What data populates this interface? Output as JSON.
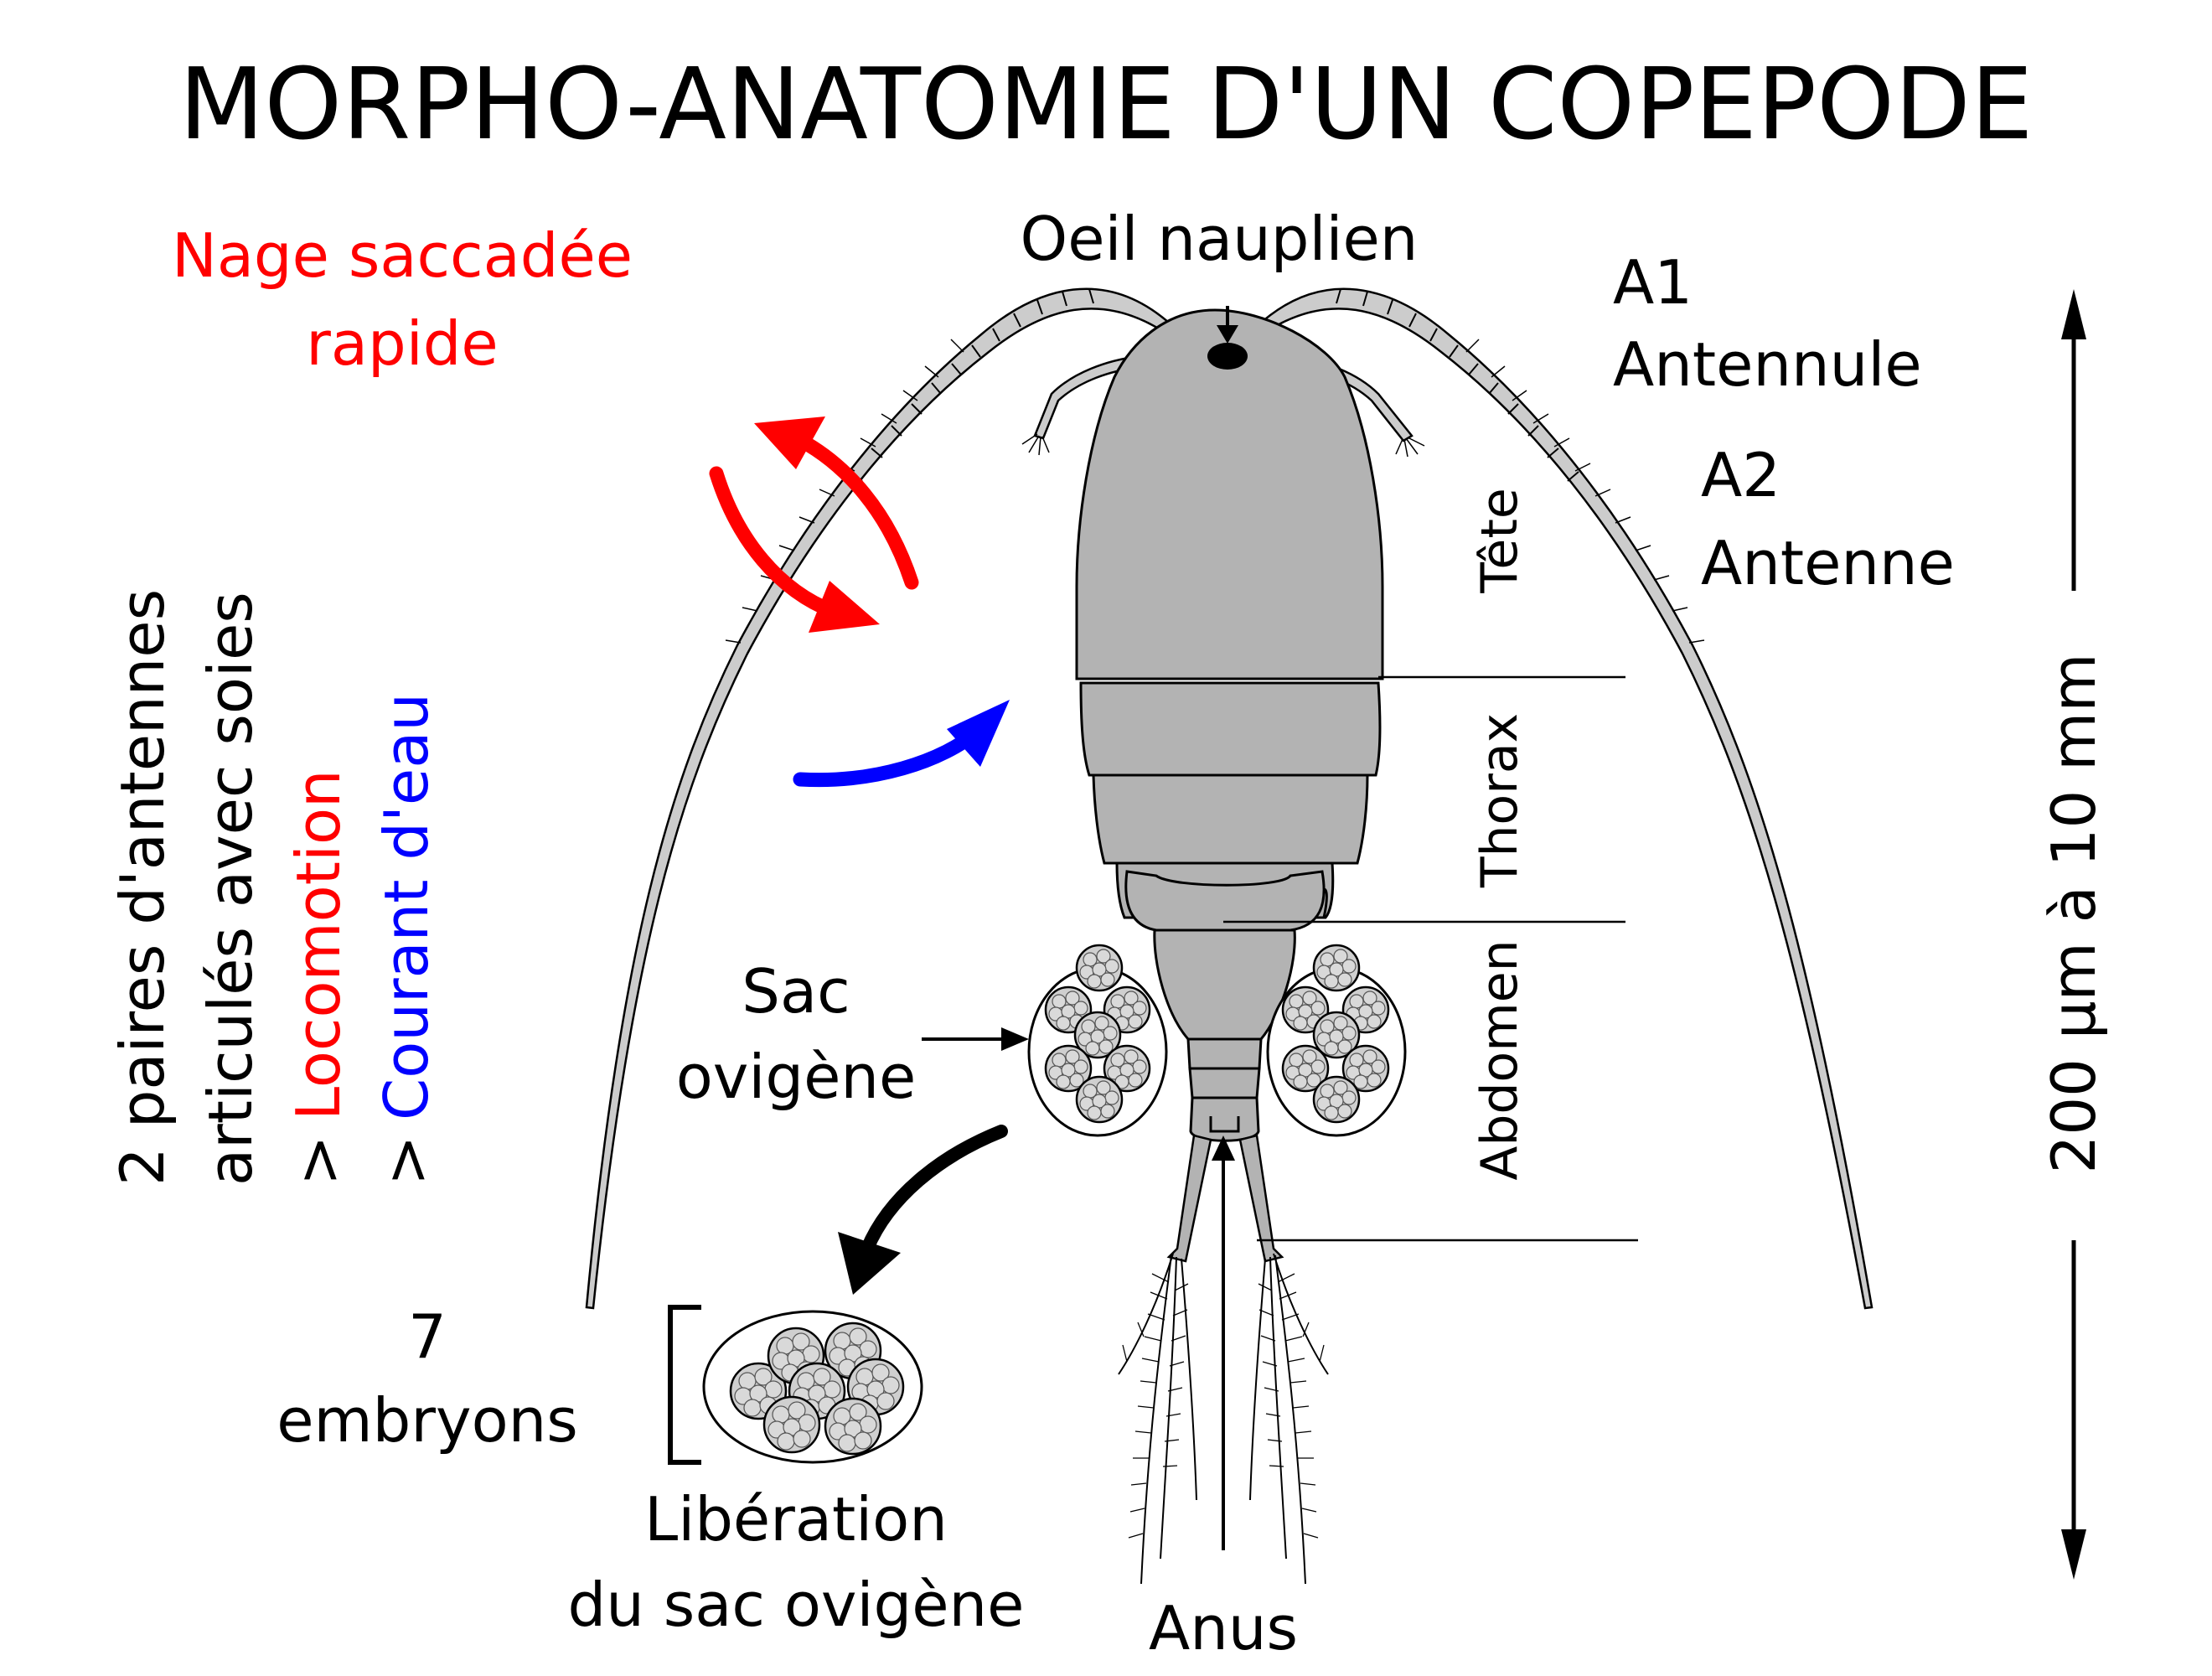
{
  "title": "MORPHO-ANATOMIE D'UN COPEPODE",
  "labels": {
    "swim_line1": "Nage saccadée",
    "swim_line2": "rapide",
    "eye": "Oeil nauplien",
    "a1_code": "A1",
    "a1_name": "Antennule",
    "a2_code": "A2",
    "a2_name": "Antenne",
    "head": "Tête",
    "thorax": "Thorax",
    "abdomen": "Abdomen",
    "egg_sac_line1": "Sac",
    "egg_sac_line2": "ovigène",
    "embryos_count": "7",
    "embryos_word": "embryons",
    "release_line1": "Libération",
    "release_line2": "du sac ovigène",
    "anus": "Anus",
    "size_range": "200 µm à 10 mm"
  },
  "side_text": {
    "line1": "2 paires d'antennes",
    "line2": "articulés avec soies",
    "locomotion_prefix": ">",
    "locomotion": "Locomotion",
    "current_prefix": ">",
    "current": "Courant d'eau"
  },
  "colors": {
    "locomotion": "#ff0000",
    "water_current": "#0000ff",
    "body_fill": "#b3b3b3",
    "antenna_fill": "#cccccc",
    "egg_fill": "#cfcfcf",
    "outline": "#000000"
  }
}
